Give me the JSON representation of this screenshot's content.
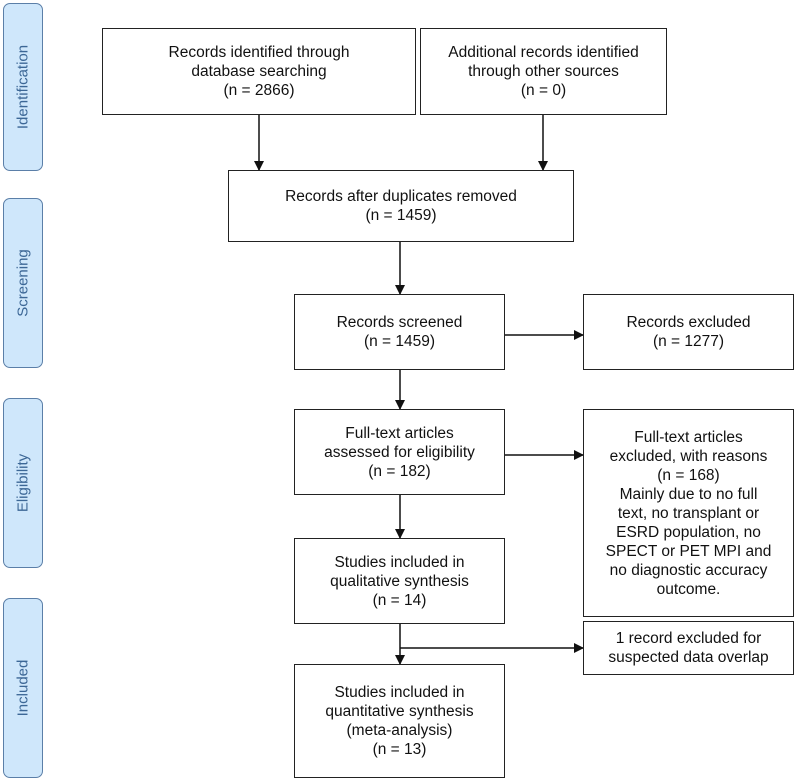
{
  "phases": {
    "identification": "Identification",
    "screening": "Screening",
    "eligibility": "Eligibility",
    "included": "Included"
  },
  "boxes": {
    "database_records": [
      "Records identified through",
      "database searching",
      "(n = 2866)"
    ],
    "other_records": [
      "Additional records identified",
      "through other sources",
      "(n = 0)"
    ],
    "after_duplicates": [
      "Records after duplicates removed",
      "(n = 1459)"
    ],
    "screened": [
      "Records screened",
      "(n = 1459)"
    ],
    "excluded": [
      "Records excluded",
      "(n = 1277)"
    ],
    "fulltext_assessed": [
      "Full-text articles",
      "assessed for eligibility",
      "(n = 182)"
    ],
    "fulltext_excluded": [
      "Full-text articles",
      "excluded, with reasons",
      "(n = 168)",
      "Mainly due to no full",
      "text, no transplant or",
      "ESRD population, no",
      "SPECT or PET MPI and",
      "no diagnostic accuracy",
      "outcome."
    ],
    "qualitative": [
      "Studies included in",
      "qualitative synthesis",
      "(n = 14)"
    ],
    "overlap_excluded": [
      "1 record excluded for",
      "suspected data overlap"
    ],
    "quantitative": [
      "Studies included in",
      "quantitative synthesis",
      "(meta-analysis)",
      "(n = 13)"
    ]
  }
}
